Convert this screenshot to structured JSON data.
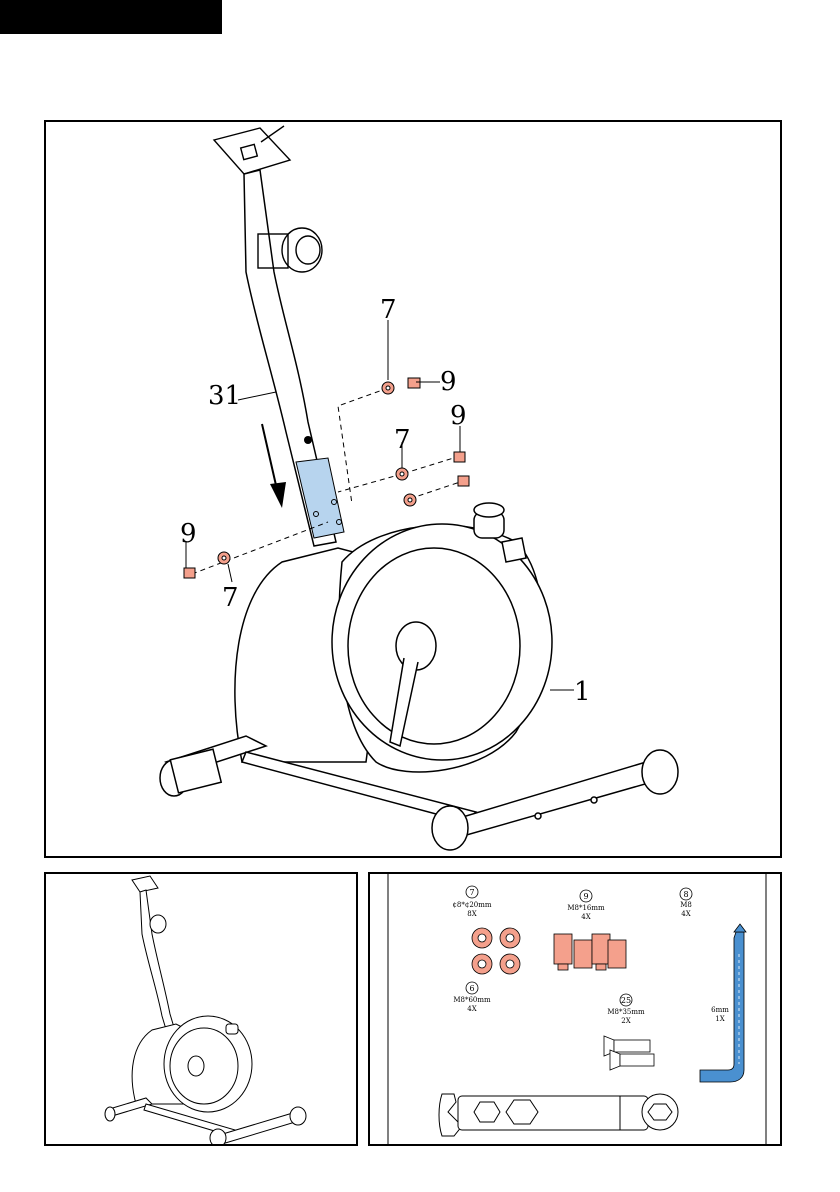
{
  "colors": {
    "frame": "#000000",
    "hardware": "#f4a08c",
    "post_highlight": "#b7d4ee",
    "wrench_blue": "#4a90d0"
  },
  "main_figure": {
    "callouts": {
      "post": "31",
      "washer_top": "7",
      "bolt_top": "9",
      "bolt_right": "9",
      "washer_mid": "7",
      "bolt_left": "9",
      "washer_left": "7",
      "frame": "1"
    }
  },
  "parts": [
    {
      "num": "7",
      "spec": "¢8*¢20mm",
      "qty": "8X"
    },
    {
      "num": "9",
      "spec": "M8*16mm",
      "qty": "4X"
    },
    {
      "num": "8",
      "spec": "M8",
      "qty": "4X"
    },
    {
      "num": "6",
      "spec": "M8*60mm",
      "qty": "4X"
    },
    {
      "num": "25",
      "spec": "M8*35mm",
      "qty": "2X"
    }
  ],
  "allen_key": {
    "size": "6mm",
    "qty": "1X"
  }
}
